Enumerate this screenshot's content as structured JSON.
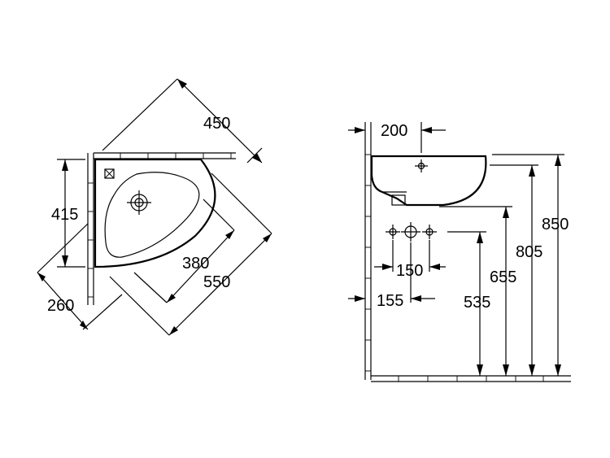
{
  "plan_view": {
    "dim_top": "450",
    "dim_left": "415",
    "dim_bottom_left": "260",
    "dim_inner": "380",
    "dim_outer": "550"
  },
  "side_view": {
    "dim_projection": "200",
    "dim_valve_spacing": "150",
    "dim_waste_offset": "155",
    "dim_535": "535",
    "dim_655": "655",
    "dim_805": "805",
    "dim_850": "850"
  }
}
